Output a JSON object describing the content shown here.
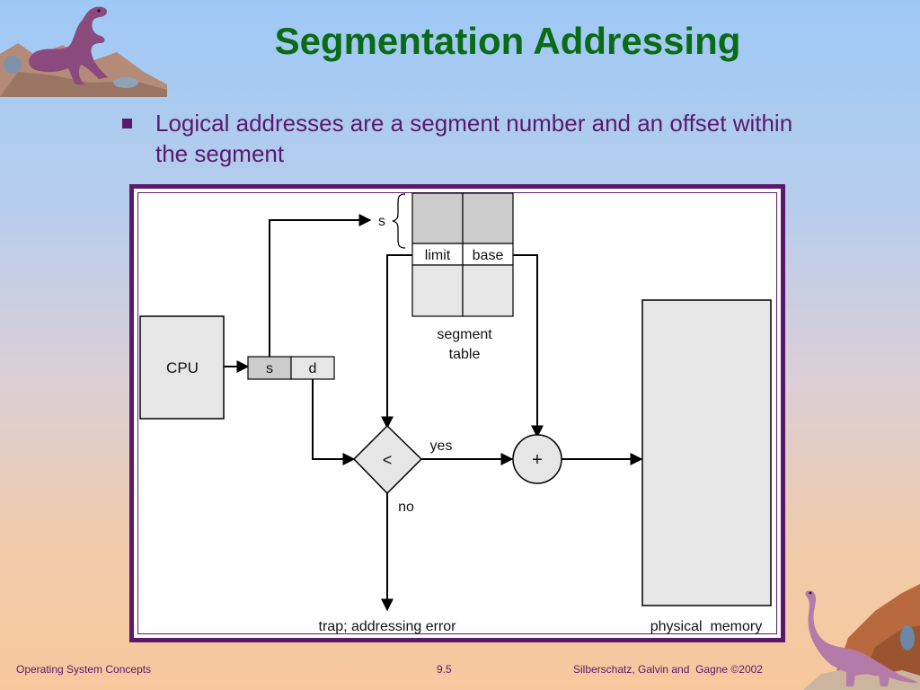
{
  "slide": {
    "title": "Segmentation Addressing",
    "bullet": "Logical addresses are a segment number and an offset within the segment"
  },
  "diagram": {
    "cpu_label": "CPU",
    "address_fields": [
      "s",
      "d"
    ],
    "segment_selector": "s",
    "table_headers": {
      "limit": "limit",
      "base": "base"
    },
    "table_caption_line1": "segment",
    "table_caption_line2": "table",
    "comparator_symbol": "<",
    "adder_symbol": "+",
    "yes_label": "yes",
    "no_label": "no",
    "trap_label": "trap; addressing error",
    "memory_label": "physical  memory"
  },
  "footer": {
    "left": "Operating System Concepts",
    "center": "9.5",
    "right": "Silberschatz, Galvin and  Gagne ©2002"
  },
  "icons": [
    "trex-dinosaur-image",
    "brontosaurus-dinosaur-image"
  ],
  "colors": {
    "title": "#0a6b16",
    "text": "#5a1a6b",
    "frame": "#5a1a6b",
    "box_fill": "#e6e6e6",
    "segment_row_fill": "#cccccc"
  }
}
